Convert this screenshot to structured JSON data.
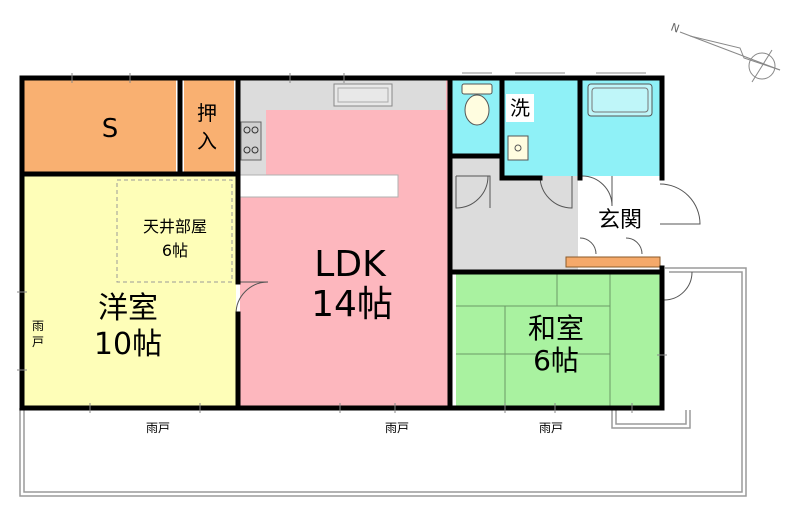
{
  "colors": {
    "storage": "#F9B071",
    "oshiire": "#F9B071",
    "youshitsu": "#FEFEB8",
    "ldk": "#FDB7BE",
    "kitchen": "#DCDCDC",
    "hall": "#DCDCDC",
    "washitsu": "#A9F2A0",
    "wet": "#8FF1F7",
    "genkan": "#FFFFFF",
    "shoe_shelf": "#F5A96A",
    "wall": "#000000"
  },
  "rooms": {
    "storage": {
      "label": "S"
    },
    "oshiire": {
      "label_top": "押",
      "label_bottom": "入"
    },
    "youshitsu": {
      "label_top": "洋室",
      "label_bottom": "10帖"
    },
    "attic": {
      "label_top": "天井部屋",
      "label_bottom": "6帖"
    },
    "ldk": {
      "label_top": "LDK",
      "label_bottom": "14帖"
    },
    "washitsu": {
      "label_top": "和室",
      "label_bottom": "6帖"
    },
    "wash": {
      "label": "洗"
    },
    "genkan": {
      "label": "玄関"
    }
  },
  "shutters": {
    "left_top": "雨",
    "left_bottom": "戸",
    "bottom_1": "雨戸",
    "bottom_2": "雨戸",
    "bottom_3": "雨戸"
  },
  "compass": {
    "north": "N"
  }
}
